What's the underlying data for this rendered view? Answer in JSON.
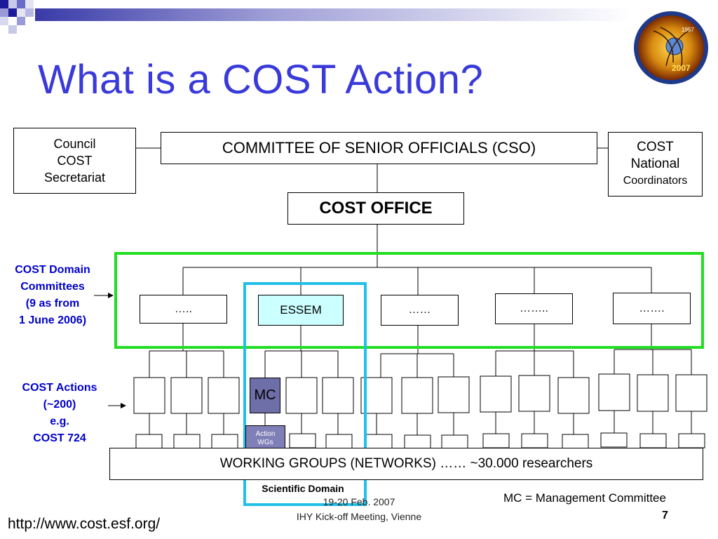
{
  "slide": {
    "title": "What is a COST Action?",
    "url": "http://www.cost.esf.org/",
    "page_number": "7",
    "footer_line1": "19-20 Feb. 2007",
    "footer_line2": "IHY Kick-off Meeting, Vienne",
    "legend_mc": "MC = Management Committee"
  },
  "logo": {
    "year_top": "1957",
    "year_bottom": "2007"
  },
  "boxes": {
    "council": [
      "Council",
      "COST",
      "Secretariat"
    ],
    "cso": "COMMITTEE OF SENIOR OFFICIALS (CSO)",
    "national": [
      "COST",
      "National",
      "Coordinators"
    ],
    "office": "COST OFFICE",
    "domains": [
      "…..",
      "ESSEM",
      "……",
      "……..",
      "……."
    ],
    "mc": "MC",
    "action_wgs": [
      "Action",
      "WGs"
    ],
    "working_groups": "WORKING GROUPS (NETWORKS) …… ~30.000 researchers",
    "scientific_domain": "Scientific Domain"
  },
  "labels": {
    "domain_committees": [
      "COST Domain",
      "Committees",
      "(9 as from",
      "1 June 2006)"
    ],
    "cost_actions": [
      "COST Actions",
      "(~200)",
      "e.g.",
      "COST 724"
    ]
  },
  "colors": {
    "title": "#3a3adb",
    "label": "#0000cc",
    "green_frame": "#22dd22",
    "cyan_frame": "#22c0e8",
    "essem_fill": "#ccffff",
    "mc_fill": "#6e6ea8",
    "action_wgs_fill": "#8080b8"
  }
}
